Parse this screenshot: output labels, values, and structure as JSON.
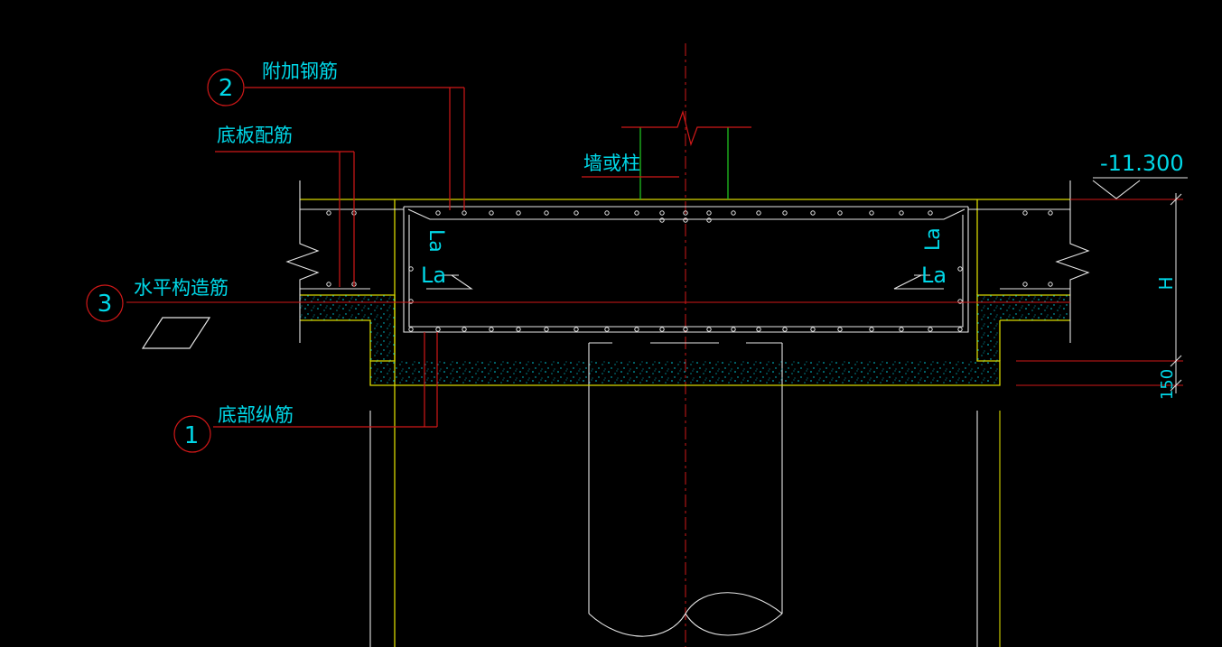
{
  "labels": {
    "callout_2_text": "附加钢筋",
    "callout_2_num": "2",
    "bottom_slab_rebar": "底板配筋",
    "wall_or_column": "墙或柱",
    "callout_3_text": "水平构造筋",
    "callout_3_num": "3",
    "callout_1_text": "底部纵筋",
    "callout_1_num": "1",
    "anchor_left_vertical": "La",
    "anchor_left_horizontal": "La",
    "anchor_right_vertical": "La",
    "anchor_right_horizontal": "La",
    "elevation": "-11.300",
    "dim_height": "H",
    "dim_cushion": "150"
  },
  "colors": {
    "background": "#000000",
    "text": "#00d8e8",
    "red_lines": "#d01818",
    "yellow_lines": "#d8d800",
    "white_lines": "#e6e6e6",
    "green_lines": "#20c020",
    "concrete_dots": "#00d8e8"
  }
}
